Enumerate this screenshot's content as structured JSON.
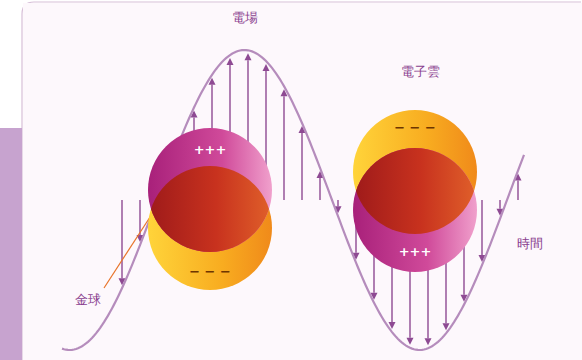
{
  "diagram": {
    "labels": [
      "電場",
      "+++",
      "− − −",
      "電子雲",
      "− − −",
      "+++",
      "時間",
      "金球"
    ]
  }
}
